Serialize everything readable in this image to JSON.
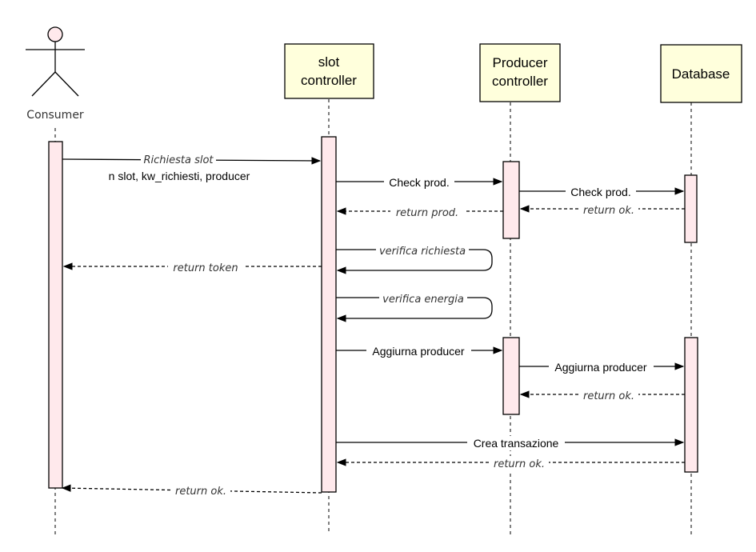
{
  "participants": {
    "consumer": "Consumer",
    "slot_controller": [
      "slot",
      "controller"
    ],
    "producer_controller": [
      "Producer",
      "controller"
    ],
    "database": "Database"
  },
  "messages": {
    "m1": "Richiesta slot",
    "m1_params": "n slot, kw_richiesti, producer",
    "m2": "Check prod.",
    "m3": "Check prod.",
    "m4": "return ok.",
    "m5": "return prod.",
    "m6": "verifica richiesta",
    "m7": "return token",
    "m8": "verifica energia",
    "m9": "Aggiurna producer",
    "m10": "Aggiurna producer",
    "m11": "return ok.",
    "m12": "Crea transazione",
    "m13": "return ok.",
    "m14": "return ok."
  }
}
